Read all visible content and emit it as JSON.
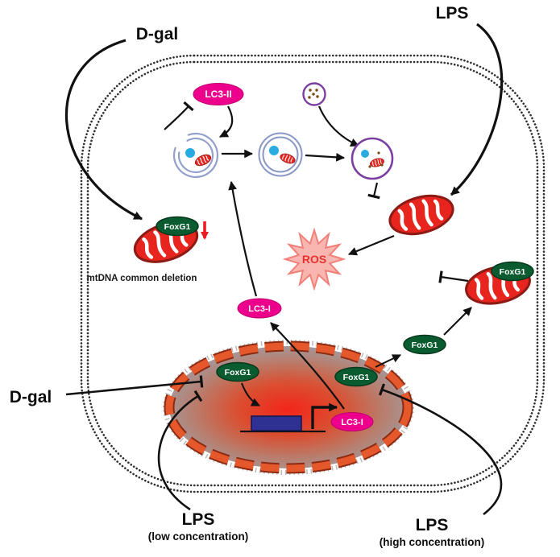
{
  "diagram": {
    "labels": {
      "d_gal_top": "D-gal",
      "lps_top": "LPS",
      "d_gal_left": "D-gal",
      "lps_low": "LPS",
      "lps_low_sub": "(low concentration)",
      "lps_high": "LPS",
      "lps_high_sub": "(high concentration)",
      "mtdna_caption": "mtDNA common deletion"
    },
    "molecules": {
      "lc3_ii": "LC3-II",
      "lc3_i": "LC3-I",
      "foxg1": "FoxG1",
      "ros": "ROS"
    },
    "icons": {
      "mitochondrion": "red-oval-with-white-cristae",
      "nucleus": "orange-dashed-envelope-red-core",
      "phagophore": "open-double-membrane-cup",
      "autophagosome": "double-membrane-circle",
      "autolysosome": "purple-membrane-circle",
      "lysosome": "small-purple-circle-with-dots",
      "ros_burst": "pink-12-point-star",
      "gene_box": "blue-rectangle-with-bent-transcription-arrow",
      "decrease_arrow": "red-down-arrow",
      "inhibition_end": "t-bar",
      "activation_end": "arrowhead"
    },
    "colors": {
      "magenta_label": "#ec008c",
      "foxg1_green": "#0a5c30",
      "mito_red": "#e8241f",
      "mito_outline": "#8c1a15",
      "ros_fill": "#f9b6b0",
      "ros_text": "#e8322e",
      "nucleus_envelope": "#e5582c",
      "nucleus_core": "#f3251a",
      "vesicle_blue": "#93a0cc",
      "lysosome_purple": "#7b3fa0",
      "gene_blue": "#2e3192",
      "cargo_cyan": "#29abe2",
      "arrow_black": "#111111",
      "decrease_red": "#ed1c24",
      "membrane_gray": "#2f2f2f"
    }
  }
}
